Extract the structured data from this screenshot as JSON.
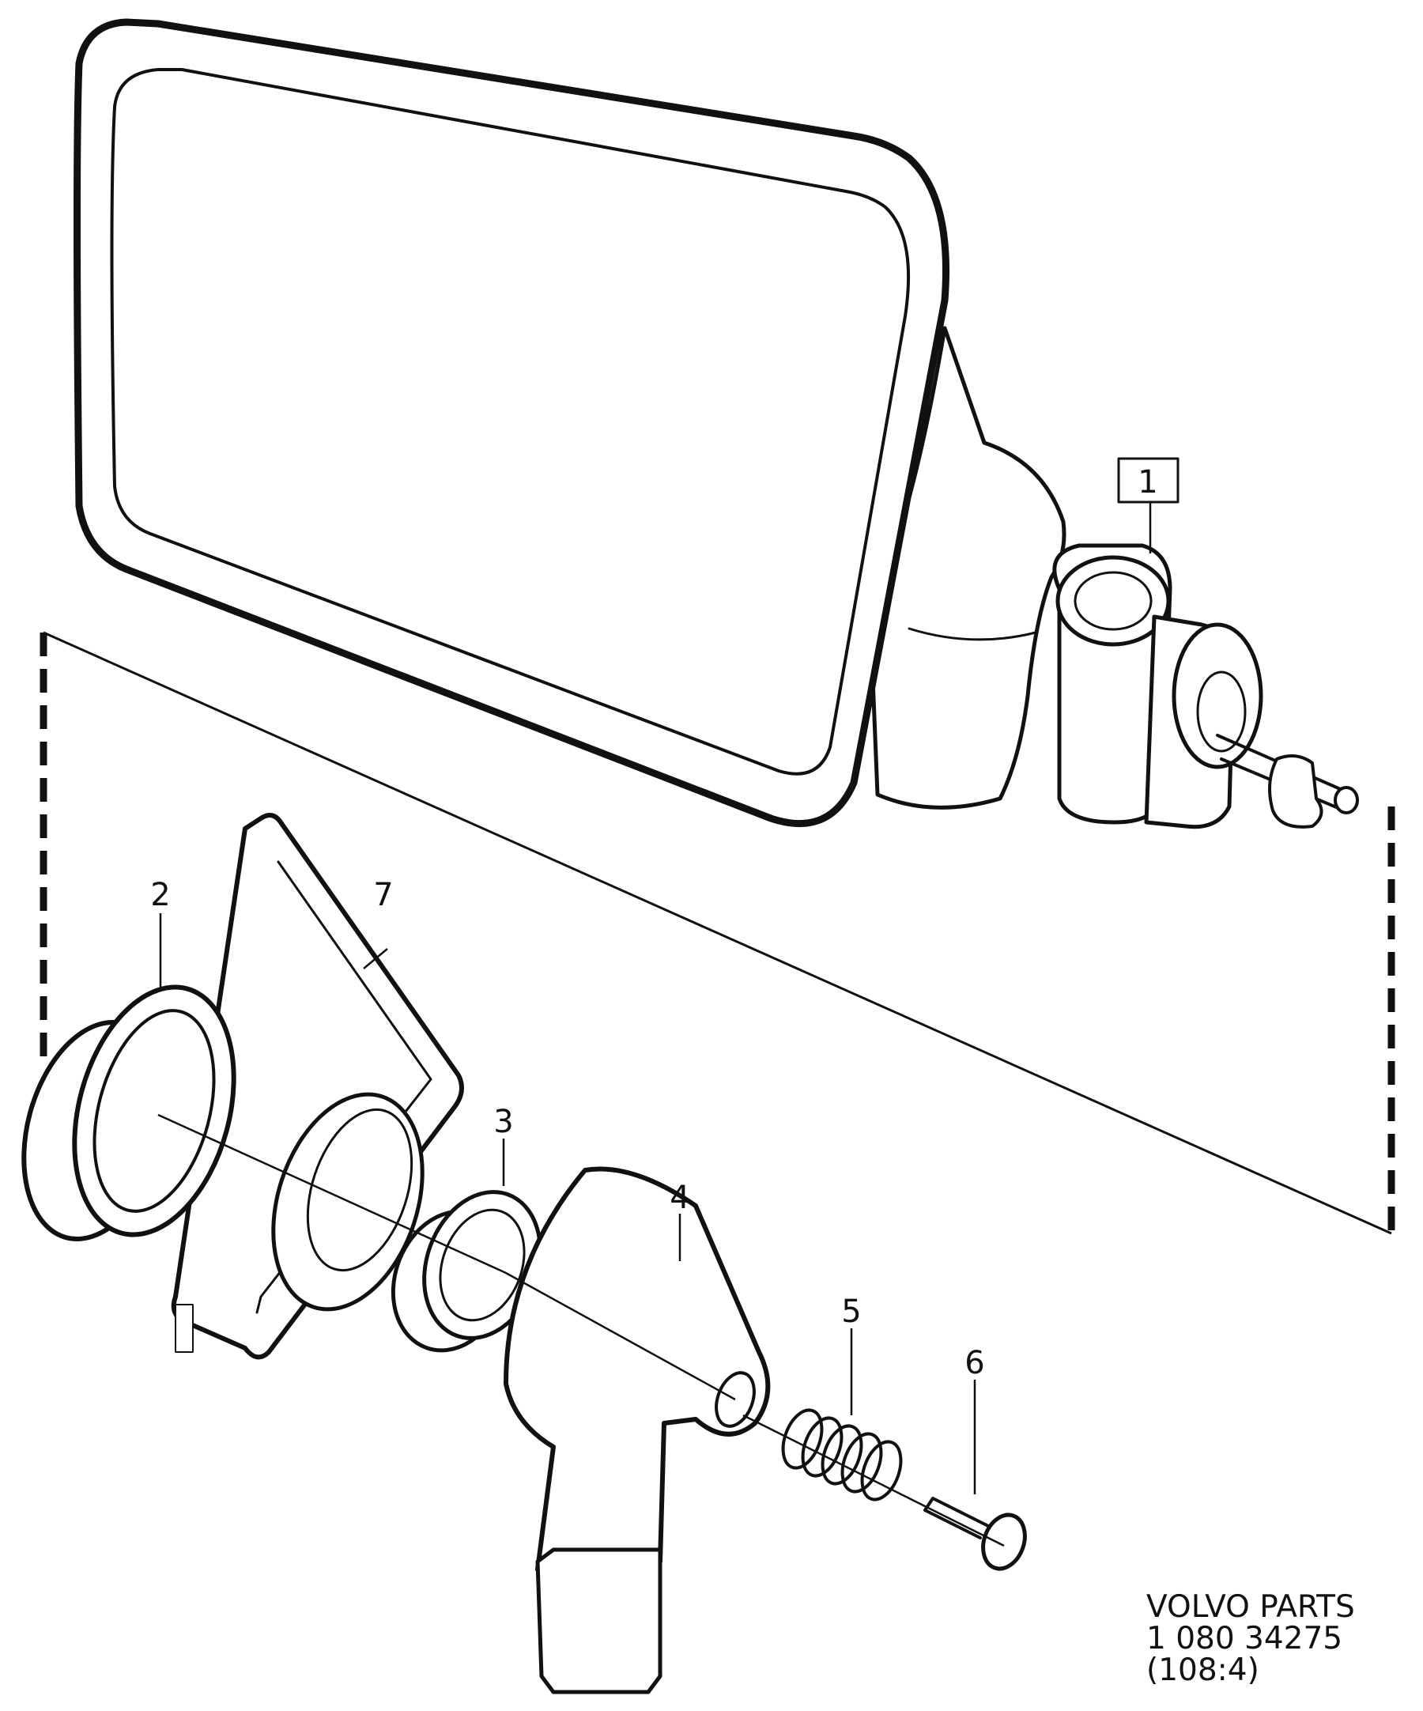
{
  "parts": [
    {
      "id": "part-1",
      "number": "1",
      "boxed": true
    },
    {
      "id": "part-2",
      "number": "2"
    },
    {
      "id": "part-3",
      "number": "3"
    },
    {
      "id": "part-4",
      "number": "4"
    },
    {
      "id": "part-5",
      "number": "5"
    },
    {
      "id": "part-6",
      "number": "6"
    },
    {
      "id": "part-7",
      "number": "7"
    }
  ],
  "reference": {
    "line1": "VOLVO PARTS",
    "line2": "1 080  34275",
    "line3": "(108:4)"
  },
  "colors": {
    "ink": "#111111",
    "paper": "#ffffff"
  }
}
